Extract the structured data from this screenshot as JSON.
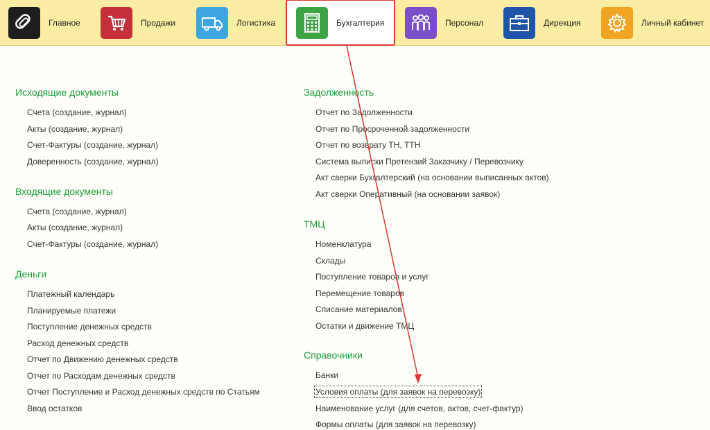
{
  "nav": {
    "items": [
      {
        "key": "main",
        "label": "Главное",
        "icon": "paperclip-icon",
        "color": "#1e1e1e"
      },
      {
        "key": "sales",
        "label": "Продажи",
        "icon": "cart-icon",
        "color": "#c6303a"
      },
      {
        "key": "logistics",
        "label": "Логистика",
        "icon": "truck-icon",
        "color": "#3da5df"
      },
      {
        "key": "accounting",
        "label": "Бухгалтерия",
        "icon": "calculator-icon",
        "color": "#3ea342",
        "active": true
      },
      {
        "key": "staff",
        "label": "Персонал",
        "icon": "people-icon",
        "color": "#7a4fc7"
      },
      {
        "key": "management",
        "label": "Дирекция",
        "icon": "briefcase-icon",
        "color": "#1e55a9"
      },
      {
        "key": "account",
        "label": "Личный кабинет",
        "icon": "gear-icon",
        "color": "#f0a422"
      }
    ]
  },
  "colors": {
    "topbar": "#fbeea4",
    "section_title": "#1a9e3a",
    "highlight": "#d9362f",
    "background": "#fffef9"
  },
  "left": {
    "outgoing": {
      "title": "Исходящие документы",
      "items": [
        "Счета (создание, журнал)",
        "Акты (создание, журнал)",
        "Счет-Фактуры (создание, журнал)",
        "Доверенность (создание, журнал)"
      ]
    },
    "incoming": {
      "title": "Входящие документы",
      "items": [
        "Счета (создание, журнал)",
        "Акты (создание, журнал)",
        "Счет-Фактуры (создание, журнал)"
      ]
    },
    "money": {
      "title": "Деньги",
      "items": [
        "Платежный календарь",
        "Планируемые платежи",
        "Поступление денежных средств",
        "Расход денежных средств",
        "Отчет по Движению денежных средств",
        "Отчет по Расходам денежных средств",
        "Отчет Поступление и Расход денежных средств по Статьям",
        "Ввод остатков"
      ]
    }
  },
  "right": {
    "debt": {
      "title": "Задолженность",
      "items": [
        "Отчет по Задолженности",
        "Отчет по Просроченной задолженности",
        "Отчет по возврату ТН, ТТН",
        "Система выписки Претензий Заказчику / Перевозчику",
        "Акт сверки Бухгалтерский (на основании выписанных актов)",
        "Акт сверки Оперативный (на основании заявок)"
      ]
    },
    "tmc": {
      "title": "ТМЦ",
      "items": [
        "Номенклатура",
        "Склады",
        "Поступление товаров и услуг",
        "Перемещение товаров",
        "Списание материалов",
        "Остатки и движение ТМЦ"
      ]
    },
    "refs": {
      "title": "Справочники",
      "items": [
        "Банки",
        "Условия оплаты (для заявок на перевозку)",
        "Наименование услуг (для счетов, актов, счет-фактур)",
        "Формы оплаты (для заявок на перевозку)"
      ]
    }
  }
}
